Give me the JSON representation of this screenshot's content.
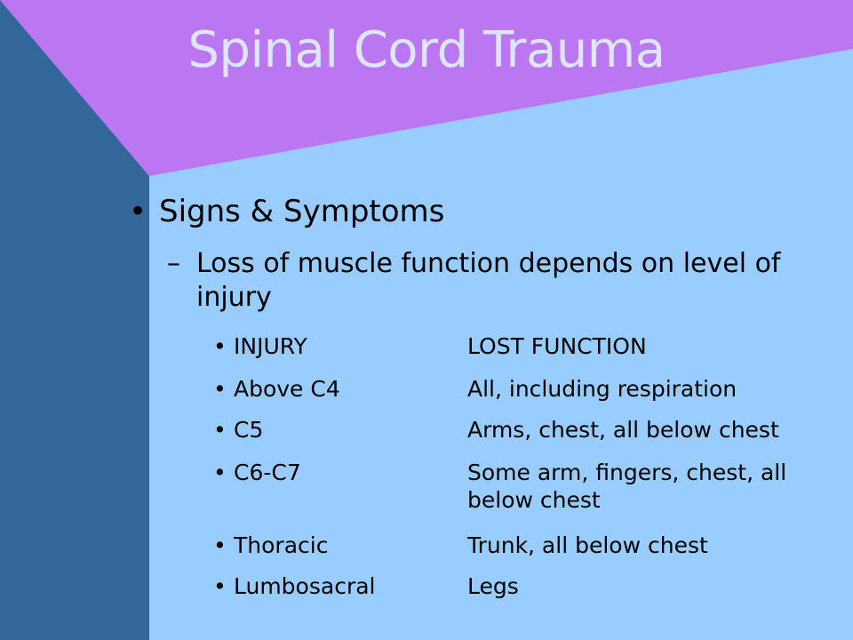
{
  "slide": {
    "title": "Spinal Cord Trauma",
    "bullet1": "Signs & Symptoms",
    "sub_bullet": "Loss of muscle function depends on level of injury",
    "table_rows": [
      {
        "injury": "INJURY",
        "function": "LOST FUNCTION"
      },
      {
        "injury": "Above C4",
        "function": "All, including respiration"
      },
      {
        "injury": "C5",
        "function": "Arms, chest, all below chest"
      },
      {
        "injury": "C6-C7",
        "function": "Some arm, fingers, chest, all below chest"
      },
      {
        "injury": "Thoracic",
        "function": "Trunk, all below chest"
      },
      {
        "injury": "Lumbosacral",
        "function": "Legs"
      }
    ]
  },
  "colors": {
    "left_band": "#336699",
    "top_band": "#bb77f2",
    "content": "#99ccff",
    "title_text": "#dde6ff"
  }
}
